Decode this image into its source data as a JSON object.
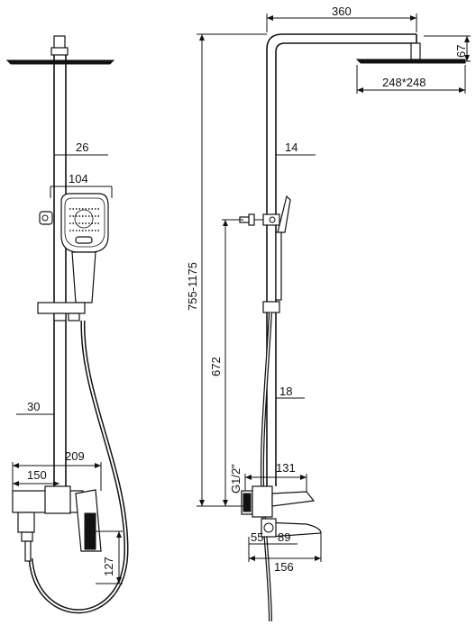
{
  "left_view": {
    "dims": {
      "rod_diameter": "26",
      "handheld_width": "104",
      "lower_pipe": "30",
      "mixer_width": "209",
      "mixer_body": "150",
      "mixer_height": "127"
    }
  },
  "right_view": {
    "dims": {
      "arm_reach": "360",
      "head_thickness": "67",
      "head_size": "248*248",
      "upper_rod": "14",
      "total_height": "755-1175",
      "rail_height": "672",
      "lower_rod": "18",
      "inlet_thread": "G1/2\"",
      "mixer_depth": "131",
      "inlet_a": "55",
      "inlet_b": "89",
      "spout_length": "156"
    }
  }
}
